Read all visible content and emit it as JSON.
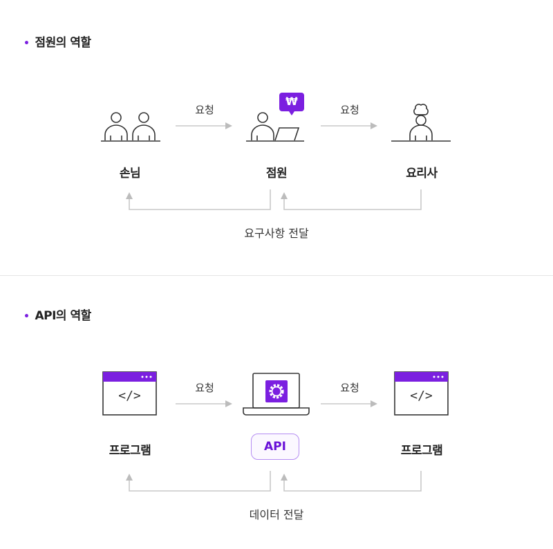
{
  "section1": {
    "title": "점원의 역할",
    "nodes": {
      "left": "손님",
      "center": "점원",
      "right": "요리사"
    },
    "arrow_left": "요청",
    "arrow_right": "요청",
    "bottom": "요구사항 전달",
    "badge": "₩"
  },
  "section2": {
    "title": "API의 역할",
    "nodes": {
      "left": "프로그램",
      "center": "API",
      "right": "프로그램"
    },
    "arrow_left": "요청",
    "arrow_right": "요청",
    "bottom": "데이터 전달",
    "code_glyph": "</>"
  },
  "colors": {
    "accent": "#7b1fe0",
    "arrow": "#c8c8c8",
    "line": "#333333"
  }
}
